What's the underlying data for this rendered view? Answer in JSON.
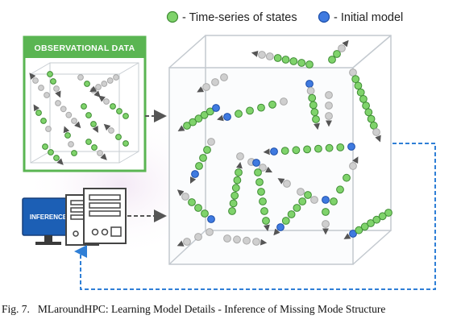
{
  "legend": {
    "time_series_label": "- Time-series of states",
    "initial_model_label": "- Initial model"
  },
  "observational_data": {
    "label": "OBSERVATIONAL DATA"
  },
  "inference": {
    "label": "INFERENCE"
  },
  "caption": {
    "figure_number": "Fig. 7.",
    "text": "MLaroundHPC: Learning Model Details - Inference of Missing Mode Structure"
  },
  "colors": {
    "state_green": "#7fd36b",
    "initial_blue": "#3f7ae0",
    "gray_bead": "#cfcfcf",
    "banner_green": "#5ab552",
    "feedback_blue": "#2f7fd6",
    "monitor_blue": "#1c5fb5"
  }
}
